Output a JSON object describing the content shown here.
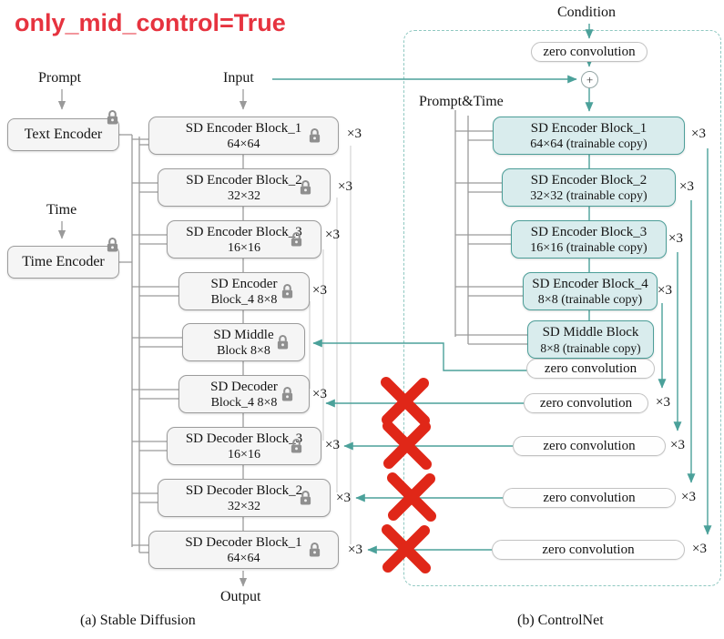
{
  "title": "only_mid_control=True",
  "labels": {
    "prompt": "Prompt",
    "input": "Input",
    "condition": "Condition",
    "time": "Time",
    "prompt_time": "Prompt&Time",
    "output": "Output",
    "times3": "×3",
    "plus": "+",
    "caption_a": "(a) Stable Diffusion",
    "caption_b": "(b) ControlNet"
  },
  "stable_diffusion": {
    "text_encoder": "Text Encoder",
    "time_encoder": "Time Encoder",
    "blocks": [
      {
        "line1": "SD Encoder Block_1",
        "line2": "64×64"
      },
      {
        "line1": "SD Encoder Block_2",
        "line2": "32×32"
      },
      {
        "line1": "SD Encoder Block_3",
        "line2": "16×16"
      },
      {
        "line1": "SD Encoder",
        "line2": "Block_4 8×8"
      },
      {
        "line1": "SD Middle",
        "line2": "Block 8×8"
      },
      {
        "line1": "SD Decoder",
        "line2": "Block_4 8×8"
      },
      {
        "line1": "SD Decoder Block_3",
        "line2": "16×16"
      },
      {
        "line1": "SD Decoder Block_2",
        "line2": "32×32"
      },
      {
        "line1": "SD Decoder Block_1",
        "line2": "64×64"
      }
    ]
  },
  "controlnet": {
    "zero_convolution": "zero convolution",
    "blocks": [
      {
        "line1": "SD Encoder Block_1",
        "line2": "64×64 (trainable copy)"
      },
      {
        "line1": "SD Encoder Block_2",
        "line2": "32×32 (trainable copy)"
      },
      {
        "line1": "SD Encoder Block_3",
        "line2": "16×16 (trainable copy)"
      },
      {
        "line1": "SD Encoder Block_4",
        "line2": "8×8 (trainable copy)"
      },
      {
        "line1": "SD Middle Block",
        "line2": "8×8 (trainable copy)"
      }
    ]
  },
  "colors": {
    "title_red": "#e6333f",
    "cross_red": "#e02718",
    "teal_line": "#4ba19a",
    "teal_fill": "#d9eced",
    "teal_border": "#4c9e98",
    "gray_fill": "#f5f5f5",
    "gray_border": "#9c9c9c",
    "dashed_border": "#8fc8c1"
  }
}
